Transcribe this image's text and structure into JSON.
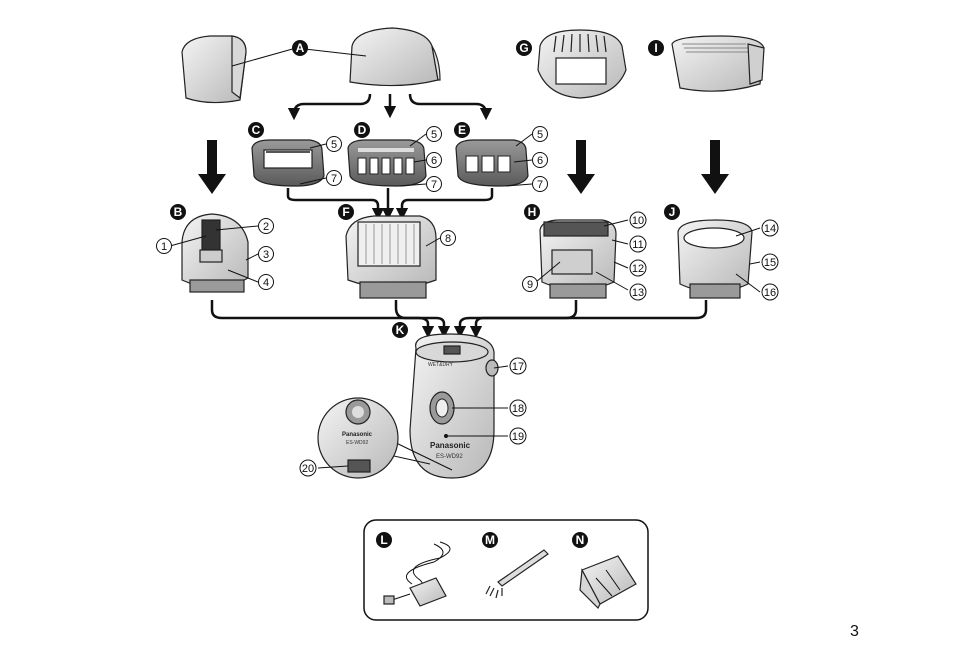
{
  "badges": {
    "a": "A",
    "b": "B",
    "c": "C",
    "d": "D",
    "e": "E",
    "f": "F",
    "g": "G",
    "h": "H",
    "i": "I",
    "j": "J",
    "k": "K",
    "l": "L",
    "m": "M",
    "n": "N"
  },
  "callouts": {
    "n1": "1",
    "n2": "2",
    "n3": "3",
    "n4": "4",
    "n5": "5",
    "n6": "6",
    "n7": "7",
    "n8": "8",
    "n9": "9",
    "n10": "10",
    "n11": "11",
    "n12": "12",
    "n13": "13",
    "n14": "14",
    "n15": "15",
    "n16": "16",
    "n17": "17",
    "n18": "18",
    "n19": "19",
    "n20": "20"
  },
  "device": {
    "brand": "Panasonic",
    "model": "ES-WD92",
    "head_label": "WET&DRY"
  },
  "page_number": "3"
}
